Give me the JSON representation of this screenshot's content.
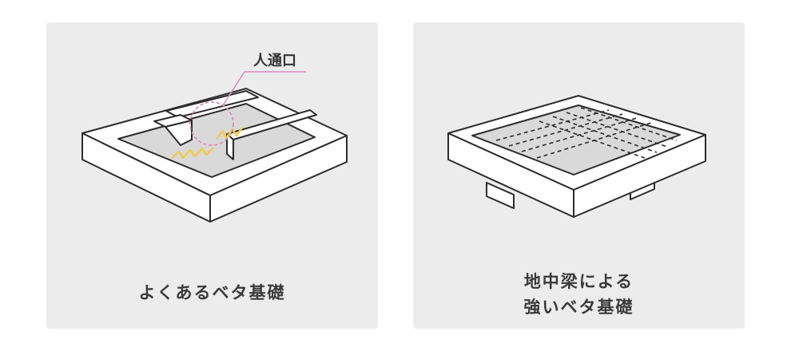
{
  "left_panel": {
    "annotation_label": "人通口",
    "caption": "よくあるベタ基礎",
    "colors": {
      "annotation_line": "#d98cb5",
      "crack": "#f2c94c"
    }
  },
  "right_panel": {
    "caption_line1": "地中梁による",
    "caption_line2": "強いベタ基礎"
  },
  "colors": {
    "panel_background": "#ececec",
    "outline": "#2b2b2b",
    "floor_fill": "#d9d9d9",
    "wall_fill": "#ffffff"
  }
}
